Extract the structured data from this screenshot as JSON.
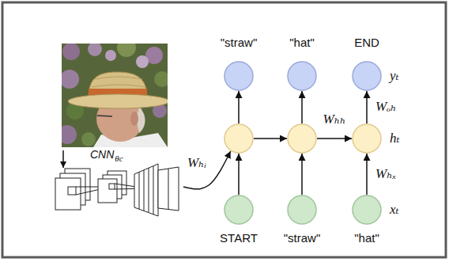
{
  "diagram": {
    "nodes": [
      {
        "text": [
          "\"straw\""
        ]
      },
      {
        "text": [
          "\"hat\""
        ]
      },
      {
        "text": [
          "END",
          "yₜ"
        ]
      },
      {
        "text": []
      },
      {
        "text": []
      },
      {
        "text": [
          "hₜ"
        ]
      },
      {
        "text": [
          "CNN",
          "θc"
        ]
      },
      {
        "text": [
          "START"
        ]
      },
      {
        "text": [
          "\"straw\""
        ]
      },
      {
        "text": [
          "\"hat\"",
          "xₜ"
        ]
      }
    ],
    "edges": [
      {
        "from": 7,
        "to": 3,
        "arrow": "to"
      },
      {
        "from": 8,
        "to": 4,
        "arrow": "to"
      },
      {
        "from": 9,
        "to": 5,
        "arrow": "to",
        "label": "Wₕₓ"
      },
      {
        "from": 3,
        "to": 0,
        "arrow": "to"
      },
      {
        "from": 4,
        "to": 1,
        "arrow": "to"
      },
      {
        "from": 5,
        "to": 2,
        "arrow": "to",
        "label": "Wₒₕ"
      },
      {
        "from": 3,
        "to": 4,
        "arrow": "to"
      },
      {
        "from": 4,
        "to": 5,
        "arrow": "to",
        "label": "Wₕₕ"
      },
      {
        "from": 6,
        "to": 3,
        "arrow": "to",
        "label": "Wₕᵢ"
      }
    ]
  }
}
